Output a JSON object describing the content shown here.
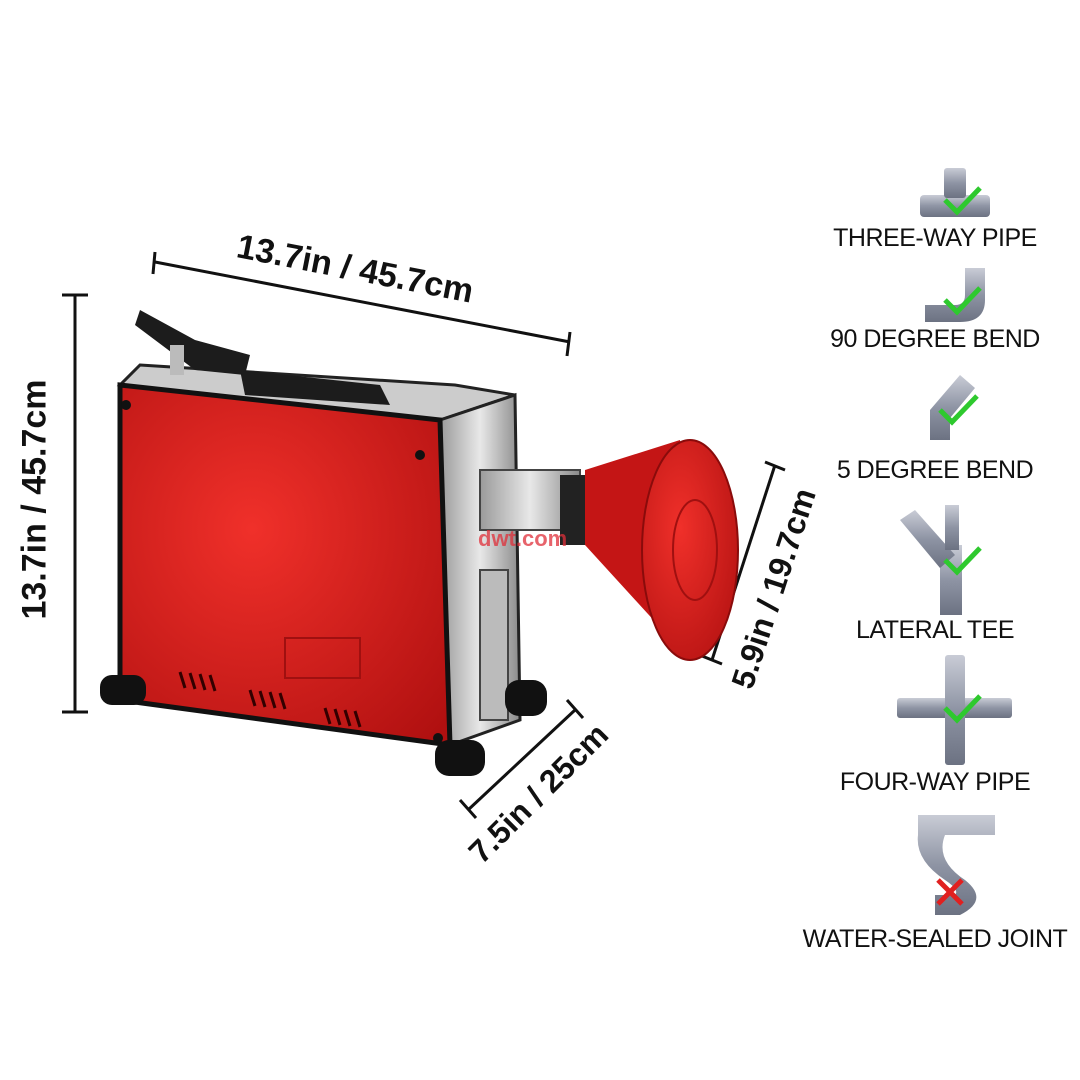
{
  "dimensions": {
    "width": "13.7in / 45.7cm",
    "height": "13.7in / 45.7cm",
    "drum_diameter": "5.9in / 19.7cm",
    "depth": "7.5in / 25cm"
  },
  "watermark": "dwt.com",
  "pipe_types": [
    {
      "label": "THREE-WAY PIPE",
      "icon": "three-way-pipe-icon",
      "status": "check"
    },
    {
      "label": "90 DEGREE BEND",
      "icon": "elbow-pipe-icon",
      "status": "check"
    },
    {
      "label": "5 DEGREE BEND",
      "icon": "angled-bend-pipe-icon",
      "status": "check"
    },
    {
      "label": "LATERAL TEE",
      "icon": "lateral-tee-pipe-icon",
      "status": "check"
    },
    {
      "label": "FOUR-WAY PIPE",
      "icon": "four-way-pipe-icon",
      "status": "check"
    },
    {
      "label": "WATER-SEALED JOINT",
      "icon": "water-sealed-joint-icon",
      "status": "cross"
    }
  ],
  "colors": {
    "machine_red": "#d81e1e",
    "check": "#2ec92e",
    "cross": "#e02020",
    "pipe_gray": "#9aa2b0"
  }
}
